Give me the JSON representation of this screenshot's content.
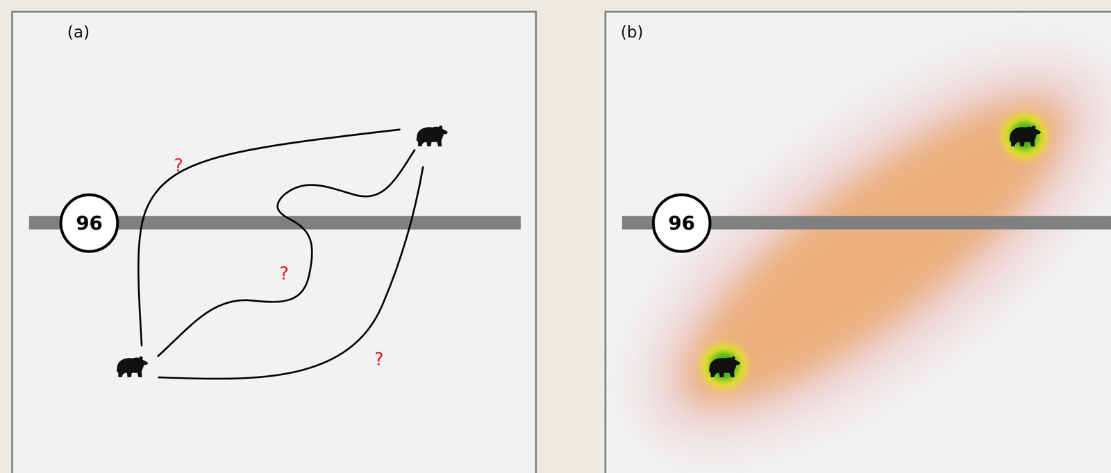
{
  "diagram": {
    "nodes": [
      {
        "text": [
          "(a)"
        ]
      },
      {
        "text": [
          "96"
        ],
        "in": 0
      },
      {
        "text": [
          "(b)"
        ]
      },
      {
        "text": [
          "96"
        ],
        "in": 2
      }
    ],
    "labels": [
      "?",
      "?",
      "?"
    ]
  }
}
